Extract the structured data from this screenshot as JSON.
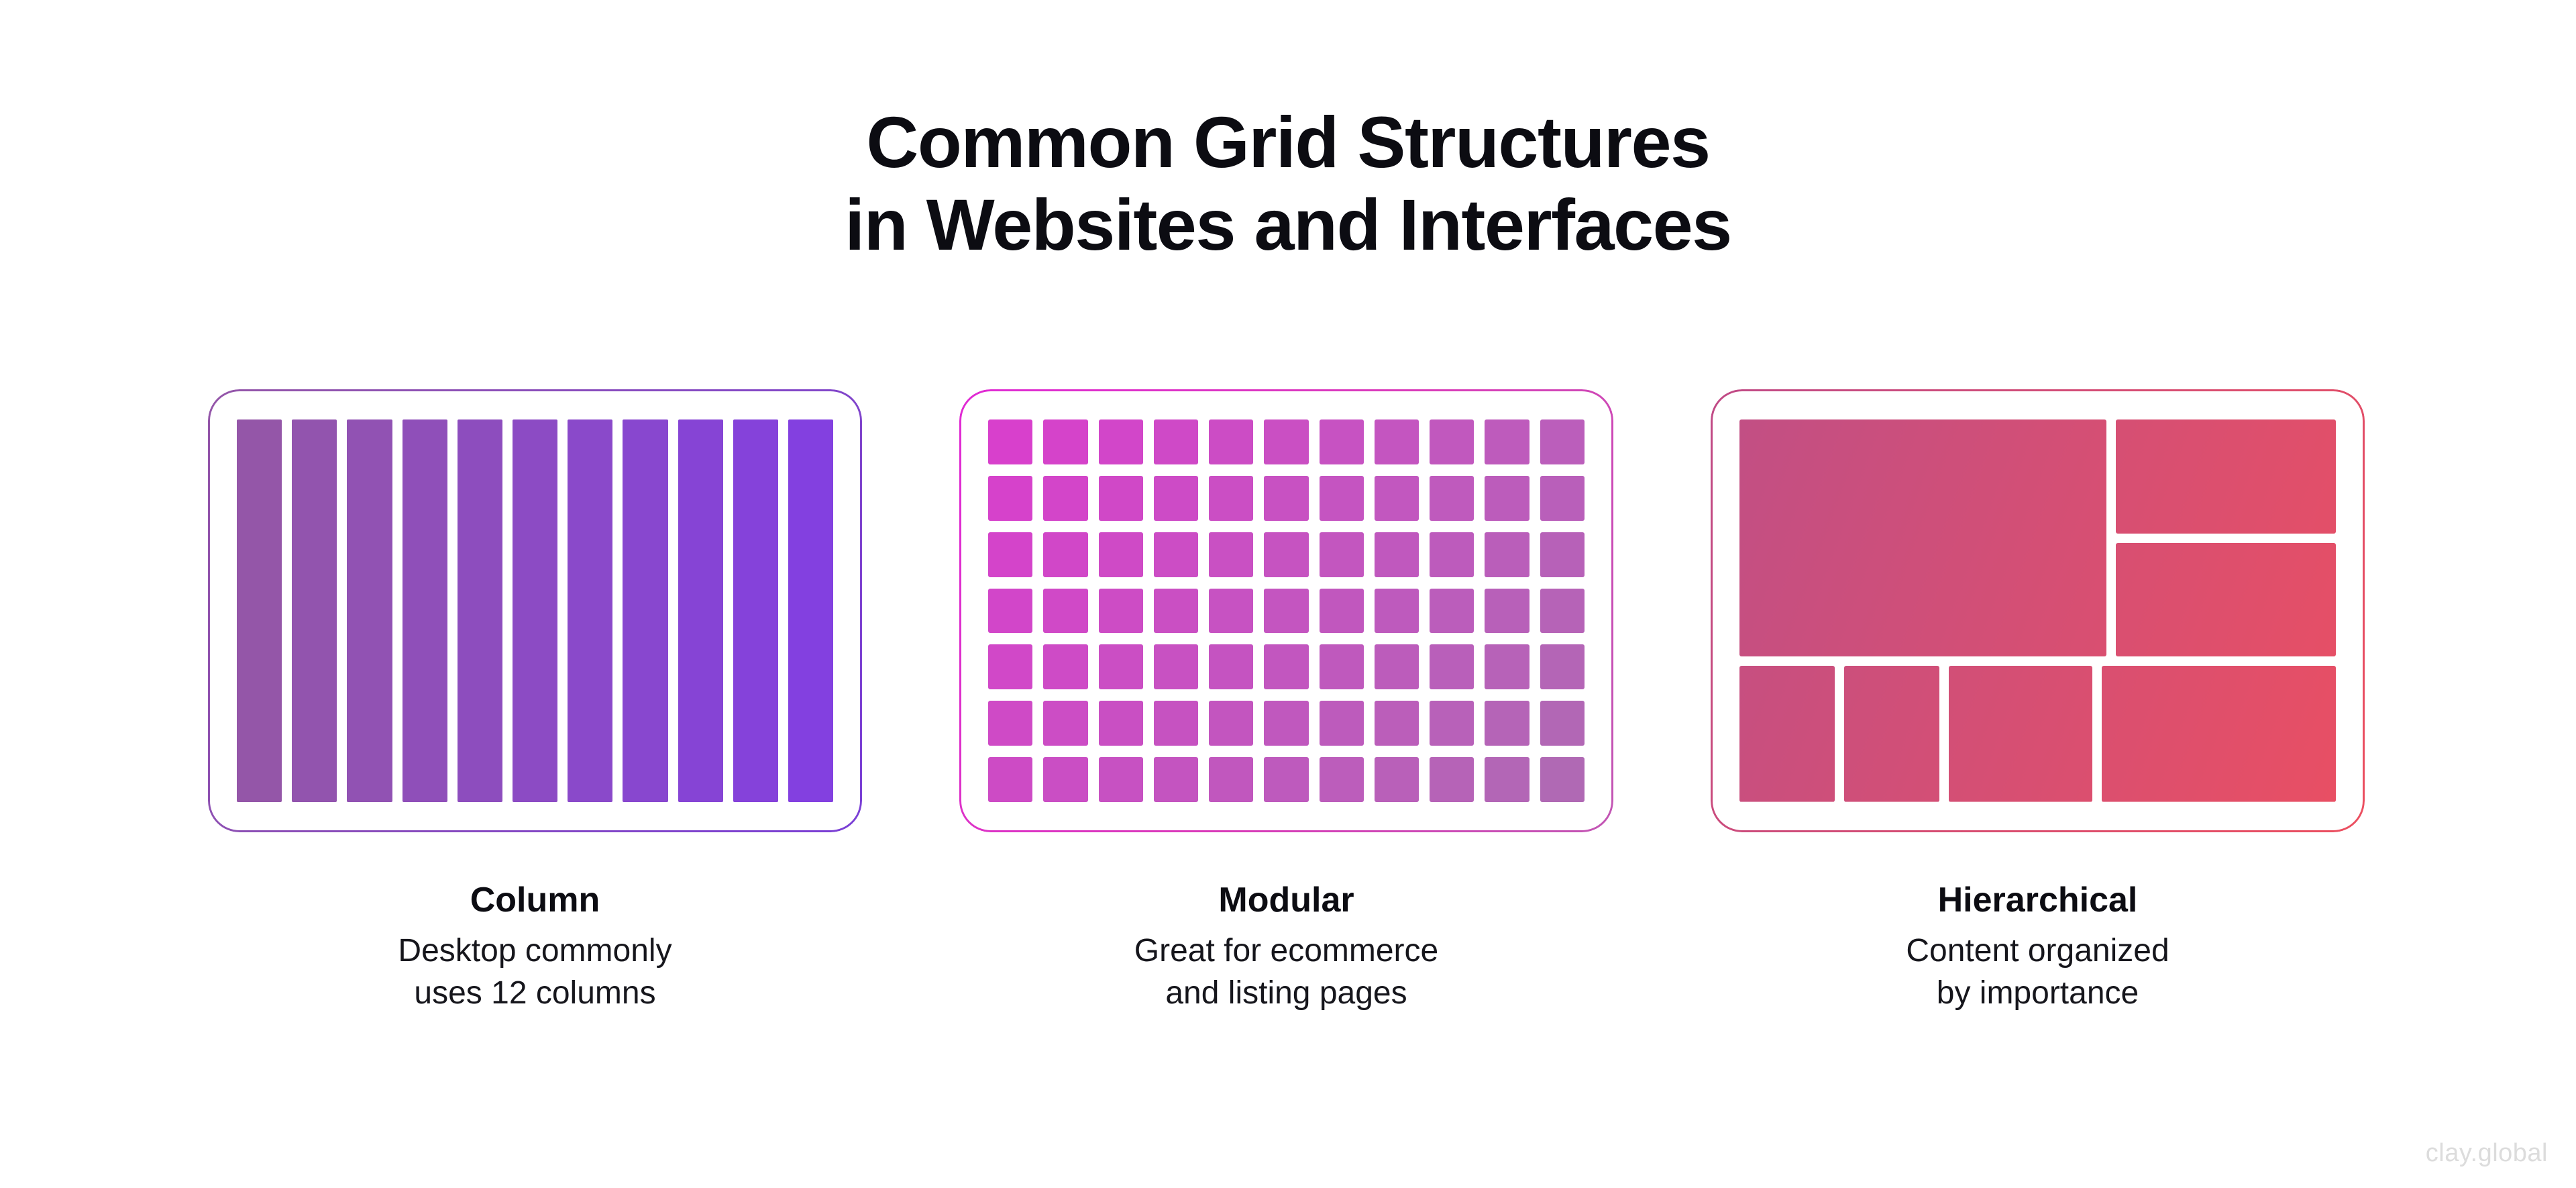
{
  "title": {
    "line1": "Common Grid Structures",
    "line2": "in Websites and Interfaces"
  },
  "cards": [
    {
      "id": "column",
      "caption_title": "Column",
      "caption_line1": "Desktop commonly",
      "caption_line2": "uses 12 columns",
      "border_color_start": "#9456a8",
      "border_color_end": "#7a3fd6",
      "fill_start": "#9456a8",
      "fill_end": "#8340e0",
      "column_count": 11
    },
    {
      "id": "modular",
      "caption_title": "Modular",
      "caption_line1": "Great for ecommerce",
      "caption_line2": "and listing pages",
      "border_color_start": "#e02ad4",
      "border_color_end": "#c256b4",
      "fill_start": "#d840cc",
      "fill_end": "#b069b4",
      "grid_columns": 11,
      "grid_rows": 7,
      "tile_count": 77
    },
    {
      "id": "hierarchical",
      "caption_title": "Hierarchical",
      "caption_line1": "Content organized",
      "caption_line2": "by importance",
      "border_color_start": "#c04a86",
      "border_color_end": "#ec4f5f",
      "fill_start": "#c24f84",
      "fill_end": "#e84f64",
      "blocks": [
        {
          "name": "hero",
          "width_pct": 61.5,
          "height_pct": 62
        },
        {
          "name": "side-top",
          "width_pct": 37,
          "height_pct": 30
        },
        {
          "name": "side-bottom",
          "width_pct": 37,
          "height_pct": 30
        },
        {
          "name": "bottom-1",
          "width_pct": 16,
          "height_pct": 36
        },
        {
          "name": "bottom-2",
          "width_pct": 16,
          "height_pct": 36
        },
        {
          "name": "bottom-3",
          "width_pct": 24,
          "height_pct": 36
        },
        {
          "name": "bottom-4",
          "width_pct": 37,
          "height_pct": 36
        }
      ]
    }
  ],
  "watermark": "clay.global",
  "background_color": "#ffffff",
  "title_color": "#0c0c12"
}
